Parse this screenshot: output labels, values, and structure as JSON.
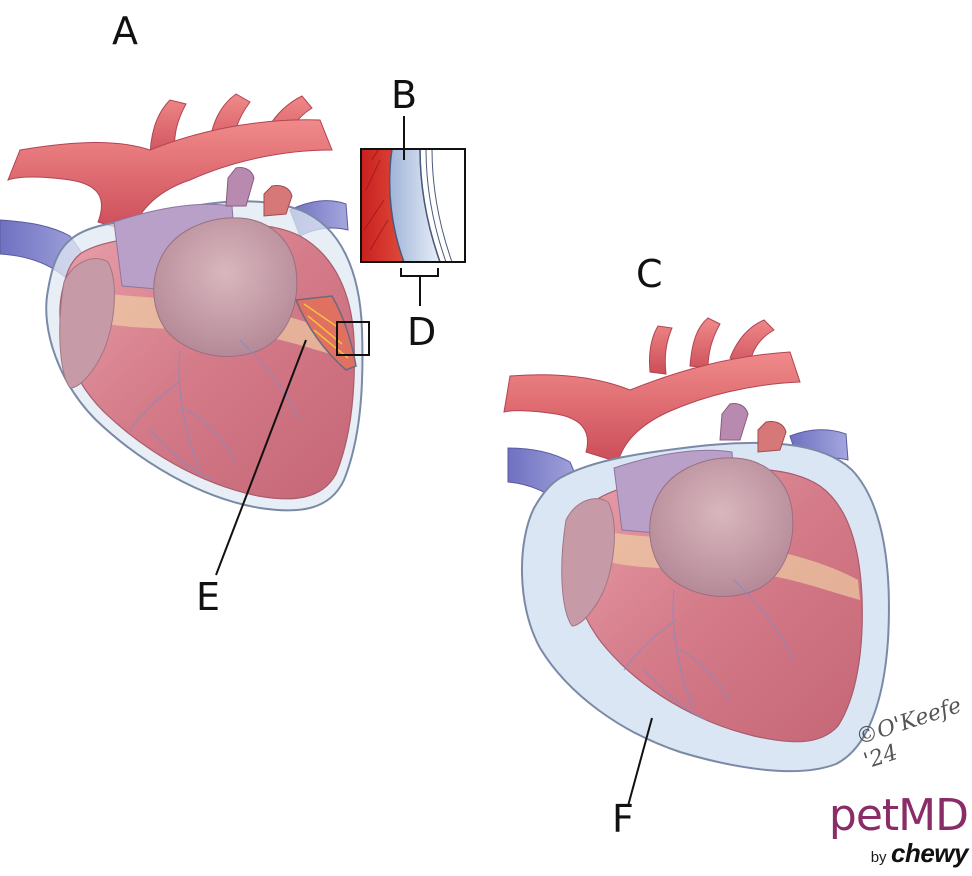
{
  "labels": {
    "a": "A",
    "b": "B",
    "c": "C",
    "d": "D",
    "e": "E",
    "f": "F"
  },
  "brand": {
    "name": "petMD",
    "by": "by",
    "partner": "chewy"
  },
  "signature": "©O'Keefe '24",
  "colors": {
    "myocardium": "#d97e8c",
    "aorta": "#e0606a",
    "vein": "#7c7fc8",
    "pericardium": "#cfe0f0",
    "atrium": "#c79aa6",
    "fat": "#f0cfa0",
    "brand": "#8a2c68"
  }
}
